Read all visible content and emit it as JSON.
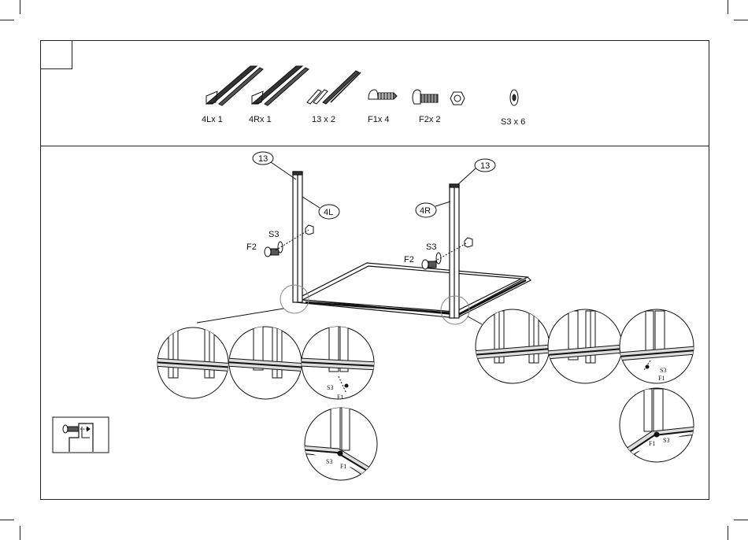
{
  "parts": {
    "p4l": "4Lx 1",
    "p4r": "4Rx 1",
    "p13": "13  x 2",
    "pf1": "F1x 4",
    "pf2": "F2x 2",
    "ps3": "S3 x 6"
  },
  "callouts": {
    "left_top": "13",
    "right_top": "13",
    "left_post": "4L",
    "right_post": "4R",
    "s3_left": "S3",
    "f2_left": "F2",
    "s3_right": "S3",
    "f2_right": "F2"
  },
  "details": {
    "s3_a": "S3",
    "f1_a": "F1",
    "s3_b": "S3",
    "f1_b": "F1",
    "s3_c": "S3",
    "f1_c": "F1",
    "s3_d": "S3",
    "f1_d": "F1"
  }
}
